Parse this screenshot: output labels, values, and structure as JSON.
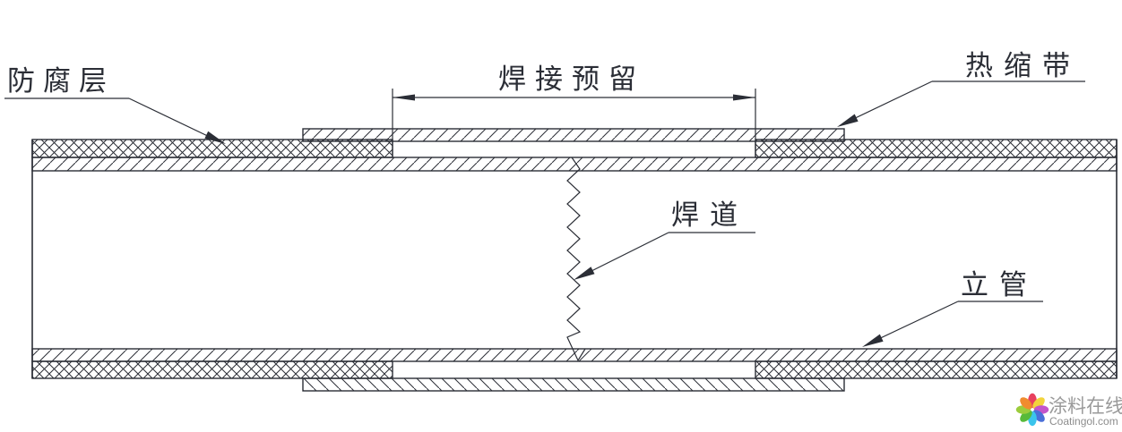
{
  "diagram": {
    "labels": {
      "anticorrosion_layer": "防腐层",
      "welding_reserve": "焊接预留",
      "heat_shrink_band": "热缩带",
      "weld_bead": "焊道",
      "riser_pipe": "立管"
    },
    "line_color": "#2b2e36",
    "background_color": "#ffffff"
  },
  "watermark": {
    "site_name": "涂料在线",
    "site_domain": "Coatingol.com",
    "text_color": "#9a9a9a",
    "petal_colors": [
      "#e8415e",
      "#f2d43c",
      "#c455c9",
      "#4a6fd8",
      "#3bc4ec",
      "#58ba3a",
      "#9ccc3c",
      "#f08c2e"
    ]
  }
}
